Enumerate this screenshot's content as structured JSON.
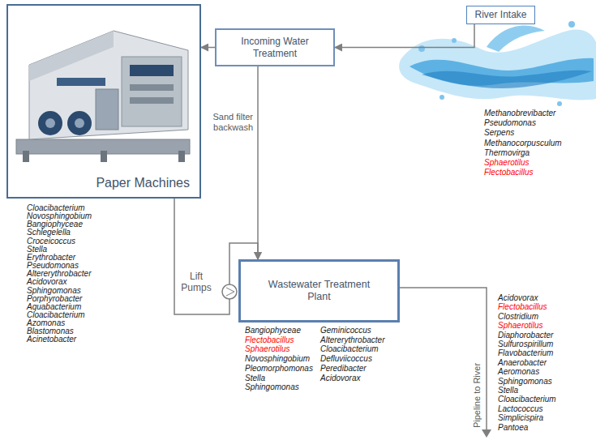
{
  "diagram": {
    "nodes": [
      {
        "text": [
          "Paper Machines"
        ]
      },
      {
        "text": [
          "River Intake"
        ]
      },
      {
        "text": [
          "Incoming Water Treatment"
        ]
      },
      {
        "text": [
          "Wastewater Treatment Plant"
        ]
      }
    ],
    "edges": [
      {
        "from": 1,
        "to": 2,
        "arrow": "to"
      },
      {
        "from": 2,
        "to": 0,
        "arrow": "to"
      },
      {
        "from": 2,
        "to": 3,
        "label": "Sand filter backwash",
        "arrow": "to"
      },
      {
        "from": 0,
        "to": 3,
        "arrow": "to"
      }
    ],
    "labels": [
      "Methanobrevibacter",
      "Pseudomonas",
      "Serpens",
      "Methanocorpusculum",
      "Thermovirga",
      "Sphaerotilus",
      "Flectobacillus",
      "Cloacibacterium",
      "Novosphingobium",
      "Bangiophyceae",
      "Schlegelella",
      "Croceicoccus",
      "Stella",
      "Erythrobacter",
      "Pseudomonas",
      "Altererythrobacter",
      "Acidovorax",
      "Sphingomonas",
      "Porphyrobacter",
      "Aquabacterium",
      "Cloacibacterium",
      "Azomonas",
      "Blastomonas",
      "Acinetobacter",
      "Lift Pumps",
      "Bangiophyceae",
      "Flectobacillus",
      "Sphaerotilus",
      "Novosphingobium",
      "Pleomorphomonas",
      "Stella",
      "Sphingomonas",
      "Geminicoccus",
      "Altererythrobacter",
      "Cloacibacterium",
      "Defluviicoccus",
      "Peredibacter",
      "Acidovorax",
      "Pipeline to River",
      "Acidovorax",
      "Flectobacillus",
      "Clostridium",
      "Sphaerotilus",
      "Diaphorobacter",
      "Sulfurospirillum",
      "Flavobacterium",
      "Anaerobacter",
      "Aeromonas",
      "Sphingomonas",
      "Stella",
      "Cloacibacterium",
      "Lactococcus",
      "Simplicispira",
      "Pantoea"
    ]
  }
}
